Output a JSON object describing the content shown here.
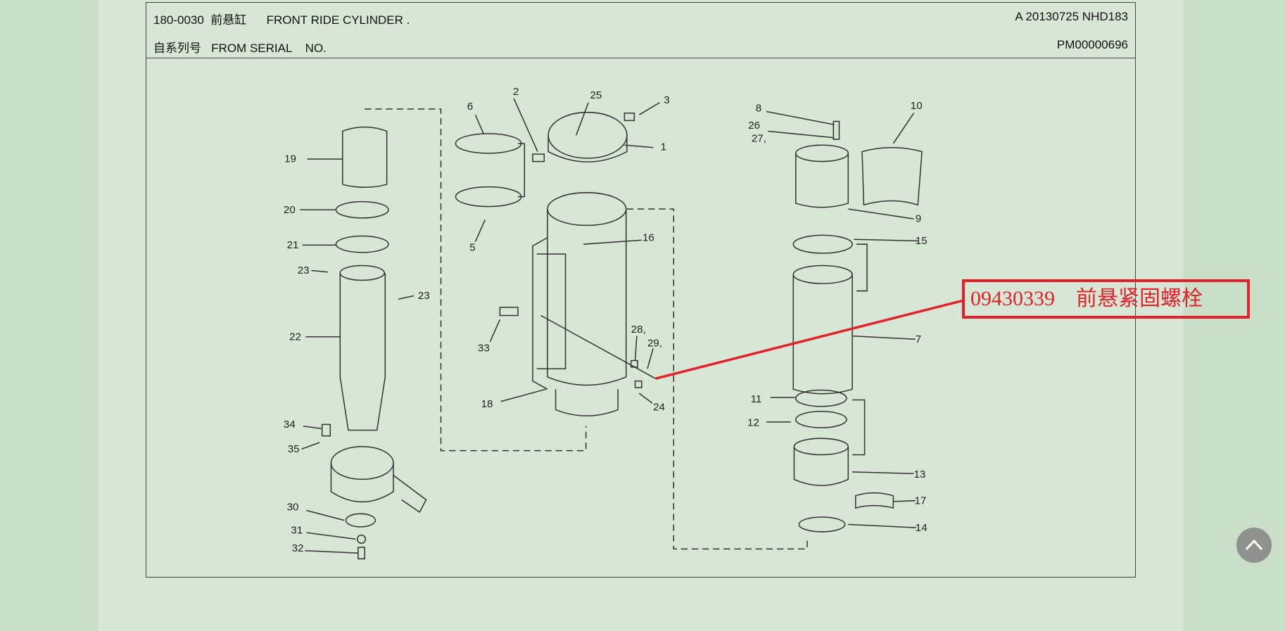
{
  "header": {
    "code": "180-0030",
    "name_cn": "前悬缸",
    "name_en": "FRONT RIDE CYLINDER .",
    "revision": "A 20130725 NHD183",
    "serial_label_cn": "自系列号",
    "serial_label_en": "FROM SERIAL    NO.",
    "serial_value": "PM00000696"
  },
  "callout": {
    "part_number": "09430339",
    "part_name": "前悬紧固螺栓",
    "color": "#e3212b"
  },
  "labels": [
    "2",
    "25",
    "3",
    "6",
    "1",
    "19",
    "20",
    "21",
    "23",
    "23",
    "5",
    "16",
    "22",
    "33",
    "28,",
    "29,",
    "18",
    "24",
    "34",
    "35",
    "30",
    "31",
    "32",
    "8",
    "10",
    "26",
    "27,",
    "9",
    "15",
    "7",
    "11",
    "12",
    "13",
    "17",
    "14"
  ],
  "scroll_top_icon": "chevron-up-icon"
}
